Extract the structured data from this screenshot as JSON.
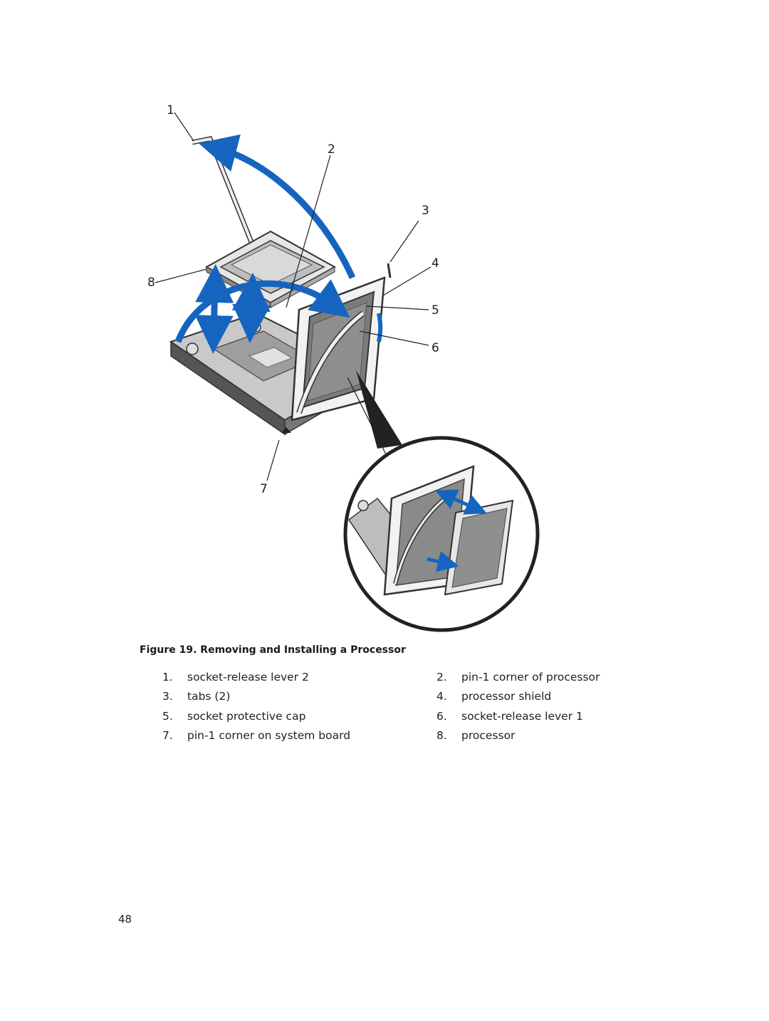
{
  "figure": {
    "callouts": [
      "1",
      "2",
      "3",
      "4",
      "5",
      "6",
      "7",
      "8"
    ],
    "caption": "Figure 19. Removing and Installing a Processor",
    "arrow_color": "#1565c0",
    "line_color": "#222222"
  },
  "legend": {
    "rows": [
      [
        {
          "num": "1.",
          "label": "socket-release lever 2"
        },
        {
          "num": "2.",
          "label": "pin-1 corner of processor"
        }
      ],
      [
        {
          "num": "3.",
          "label": "tabs (2)"
        },
        {
          "num": "4.",
          "label": "processor shield"
        }
      ],
      [
        {
          "num": "5.",
          "label": "socket protective cap"
        },
        {
          "num": "6.",
          "label": "socket-release lever 1"
        }
      ],
      [
        {
          "num": "7.",
          "label": "pin-1 corner on system board"
        },
        {
          "num": "8.",
          "label": "processor"
        }
      ]
    ]
  },
  "page": {
    "number": "48"
  }
}
